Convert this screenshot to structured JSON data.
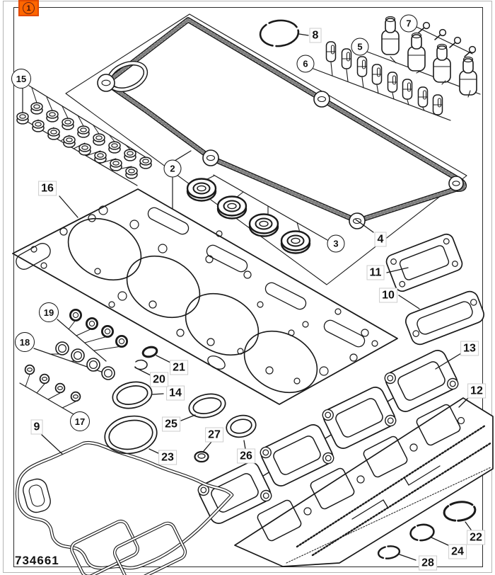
{
  "figure": {
    "badge_number": "1",
    "drawing_number": "734661"
  },
  "callouts": {
    "2": {
      "label": "2",
      "circled": true
    },
    "3": {
      "label": "3",
      "circled": true
    },
    "4": {
      "label": "4",
      "circled": false
    },
    "5": {
      "label": "5",
      "circled": true
    },
    "6": {
      "label": "6",
      "circled": true
    },
    "7": {
      "label": "7",
      "circled": true
    },
    "8": {
      "label": "8",
      "circled": false
    },
    "9": {
      "label": "9",
      "circled": false
    },
    "10": {
      "label": "10",
      "circled": false
    },
    "11": {
      "label": "11",
      "circled": false
    },
    "12": {
      "label": "12",
      "circled": false
    },
    "13": {
      "label": "13",
      "circled": false
    },
    "14": {
      "label": "14",
      "circled": false
    },
    "15": {
      "label": "15",
      "circled": true
    },
    "16": {
      "label": "16",
      "circled": false
    },
    "17": {
      "label": "17",
      "circled": true
    },
    "18": {
      "label": "18",
      "circled": true
    },
    "19": {
      "label": "19",
      "circled": true
    },
    "20": {
      "label": "20",
      "circled": false
    },
    "21": {
      "label": "21",
      "circled": false
    },
    "22": {
      "label": "22",
      "circled": false
    },
    "23": {
      "label": "23",
      "circled": false
    },
    "24": {
      "label": "24",
      "circled": false
    },
    "25": {
      "label": "25",
      "circled": false
    },
    "26": {
      "label": "26",
      "circled": false
    },
    "27": {
      "label": "27",
      "circled": false
    },
    "28": {
      "label": "28",
      "circled": false
    }
  }
}
